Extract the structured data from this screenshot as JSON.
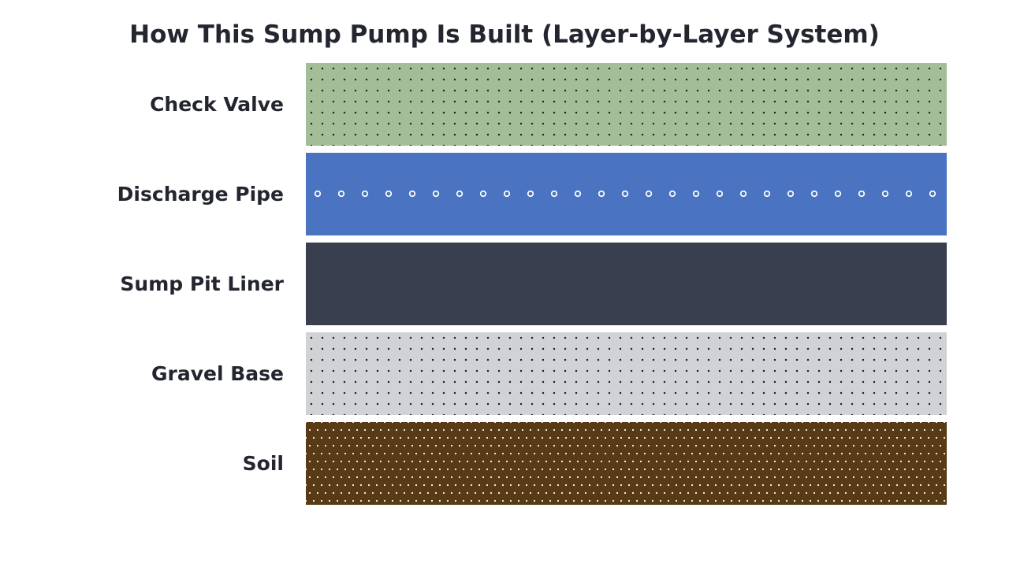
{
  "title": "How This Sump Pump Is Built (Layer-by-Layer System)",
  "layers": [
    {
      "label": "Check Valve",
      "color": "#a3bd98",
      "pattern": "dots-dark"
    },
    {
      "label": "Discharge Pipe",
      "color": "#4a74c2",
      "pattern": "rings"
    },
    {
      "label": "Sump Pit Liner",
      "color": "#3a3f50",
      "pattern": "none"
    },
    {
      "label": "Gravel Base",
      "color": "#d0d2d6",
      "pattern": "dots-dark"
    },
    {
      "label": "Soil",
      "color": "#583a17",
      "pattern": "dots-light"
    }
  ]
}
